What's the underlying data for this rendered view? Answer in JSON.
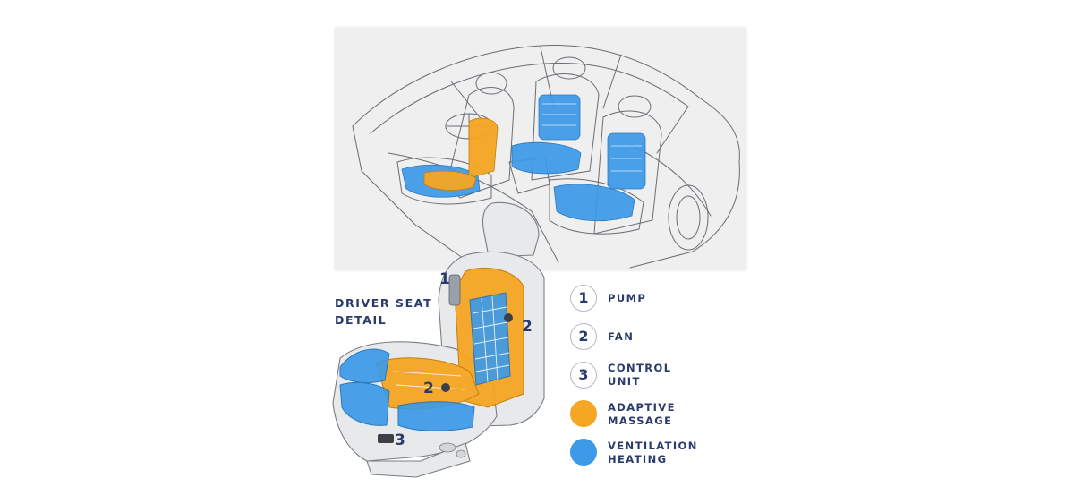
{
  "title": {
    "line1": "DRIVER SEAT",
    "line2": "DETAIL"
  },
  "callouts": {
    "pump": "1",
    "fan_back": "2",
    "fan_cushion": "2",
    "control_unit": "3"
  },
  "legend": [
    {
      "marker": "1",
      "line1": "PUMP",
      "line2": ""
    },
    {
      "marker": "2",
      "line1": "FAN",
      "line2": ""
    },
    {
      "marker": "3",
      "line1": "CONTROL",
      "line2": "UNIT"
    },
    {
      "marker": "",
      "line1": "ADAPTIVE",
      "line2": "MASSAGE"
    },
    {
      "marker": "",
      "line1": "VENTILATION",
      "line2": "HEATING"
    }
  ],
  "colors": {
    "massage": "#f5a623",
    "ventilation": "#3d9ae8",
    "text": "#2a3a6b"
  }
}
